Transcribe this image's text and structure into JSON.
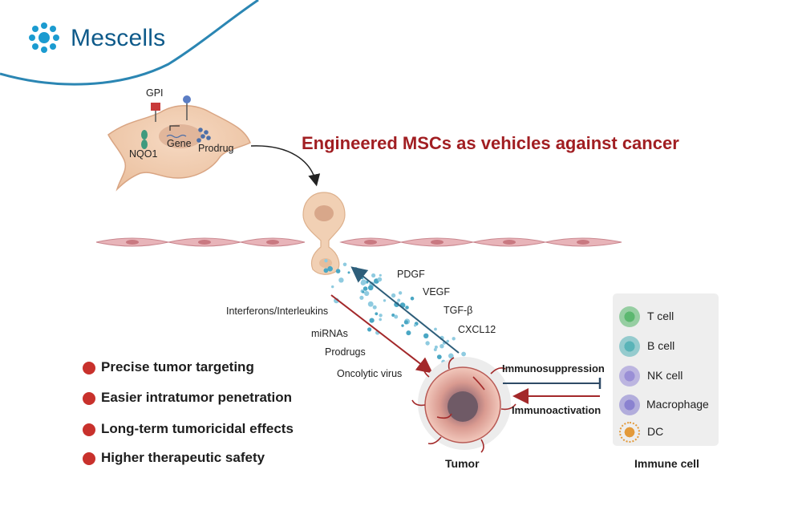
{
  "brand": {
    "name": "Mescells"
  },
  "title": "Engineered MSCs as vehicles against cancer",
  "msc_labels": {
    "gpi": "GPI",
    "nqo1": "NQO1",
    "gene": "Gene",
    "prodrug": "Prodrug"
  },
  "factors_out": [
    "PDGF",
    "VEGF",
    "TGF-β",
    "CXCL12"
  ],
  "factors_in": [
    "Interferons/Interleukins",
    "miRNAs",
    "Prodrugs",
    "Oncolytic virus"
  ],
  "immunosuppression": "Immunosuppression",
  "immunoactivation": "Immunoactivation",
  "tumor_label": "Tumor",
  "immune_cell_label": "Immune cell",
  "immune_cells": [
    {
      "label": "T cell",
      "color": "#5cb870"
    },
    {
      "label": "B cell",
      "color": "#5ab4b8"
    },
    {
      "label": "NK cell",
      "color": "#9a8fd6"
    },
    {
      "label": "Macrophage",
      "color": "#8a82d0"
    },
    {
      "label": "DC",
      "color": "#e39a3a"
    }
  ],
  "features": [
    "Precise tumor targeting",
    "Easier intratumor penetration",
    "Long-term tumoricidal effects",
    "Higher therapeutic safety"
  ],
  "colors": {
    "brand": "#0e5a8a",
    "title": "#a11e22",
    "bullet": "#c8312c",
    "arrow_blue": "#2e5e7a",
    "arrow_red": "#a3282a"
  }
}
